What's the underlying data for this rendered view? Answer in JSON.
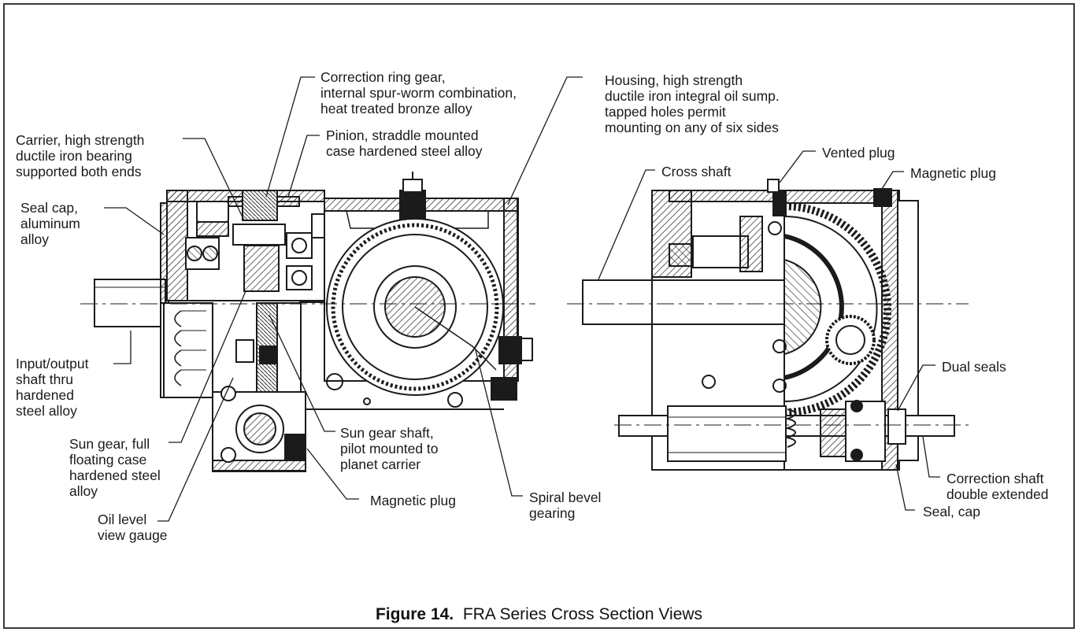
{
  "caption": {
    "figure": "Figure 14.",
    "title": "FRA Series Cross Section Views"
  },
  "labels": {
    "correction_ring_gear": "Correction ring gear,\ninternal spur-worm combination,\nheat treated bronze alloy",
    "housing": "Housing, high strength\nductile iron integral oil sump.\ntapped holes permit\nmounting on any of six sides",
    "carrier": "Carrier, high strength\nductile iron bearing\nsupported both ends",
    "pinion": "Pinion, straddle mounted\ncase hardened steel alloy",
    "seal_cap_aluminum": "Seal cap,\naluminum\nalloy",
    "input_output_shaft": "Input/output\nshaft thru\nhardened\nsteel alloy",
    "sun_gear": "Sun gear, full\nfloating case\nhardened steel\nalloy",
    "oil_level": "Oil level\nview gauge",
    "sun_gear_shaft": "Sun gear shaft,\npilot mounted to\nplanet carrier",
    "magnetic_plug_left": "Magnetic plug",
    "spiral_bevel": "Spiral bevel\ngearing",
    "cross_shaft": "Cross shaft",
    "vented_plug": "Vented plug",
    "magnetic_plug_right": "Magnetic plug",
    "dual_seals": "Dual seals",
    "correction_shaft": "Correction shaft\ndouble extended",
    "seal_cap": "Seal, cap"
  }
}
